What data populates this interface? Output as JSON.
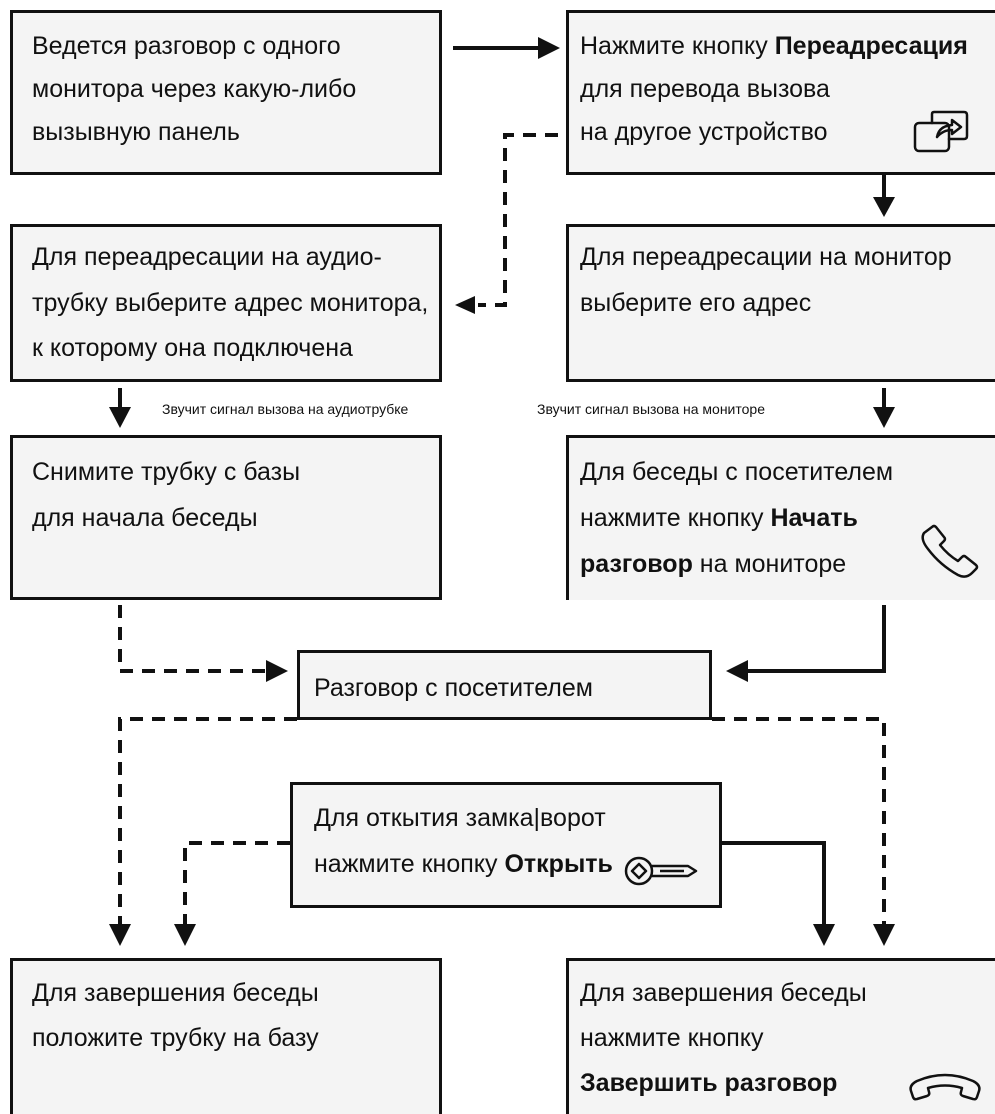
{
  "boxes": {
    "call_in_progress": {
      "lines": [
        "Ведется разговор с одного",
        "монитора через какую-либо",
        "вызывную панель"
      ]
    },
    "press_forward": {
      "l1": "Нажмите кнопку ",
      "l1_bold": "Переадресация",
      "l2": "для перевода вызова",
      "l3": "на другое устройство"
    },
    "forward_audio": {
      "lines": [
        "Для переадресации на аудио-",
        "трубку выберите адрес монитора,",
        "к которому она подключена"
      ]
    },
    "forward_monitor": {
      "lines": [
        "Для переадресации на монитор",
        "выберите его адрес"
      ]
    },
    "lift_handset": {
      "lines": [
        "Снимите трубку с базы",
        "для начала беседы"
      ]
    },
    "start_talk": {
      "l1": "Для беседы с посетителем",
      "l2": "нажмите кнопку ",
      "l2_bold": "Начать",
      "l3_bold": "разговор",
      "l3": " на мониторе"
    },
    "talk": {
      "text": "Разговор с посетителем"
    },
    "open_lock": {
      "l1": "Для откытия замка|ворот",
      "l2": "нажмите кнопку ",
      "l2_bold": "Открыть"
    },
    "end_audio": {
      "lines": [
        "Для завершения беседы",
        "положите трубку на базу"
      ]
    },
    "end_monitor": {
      "l1": "Для завершения беседы",
      "l2": "нажмите кнопку",
      "l3_bold": "Завершить разговор"
    }
  },
  "captions": {
    "ring_audio": "Звучит сигнал вызова на аудиотрубке",
    "ring_monitor": "Звучит сигнал вызова на мониторе"
  },
  "icons": [
    "forward-icon",
    "phone-handset-icon",
    "key-icon",
    "hang-up-icon"
  ]
}
